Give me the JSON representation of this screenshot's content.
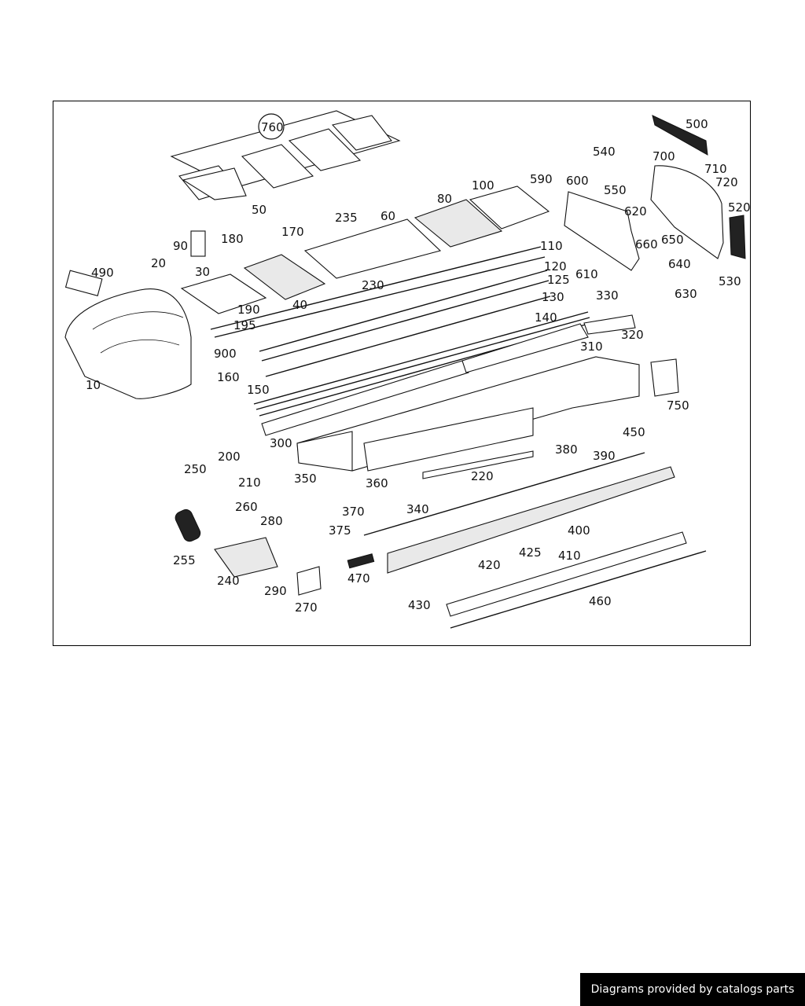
{
  "diagram": {
    "callout_circled": "760",
    "part_numbers": [
      "500",
      "540",
      "700",
      "710",
      "720",
      "550",
      "590",
      "600",
      "520",
      "620",
      "650",
      "660",
      "640",
      "530",
      "630",
      "610",
      "330",
      "100",
      "80",
      "60",
      "235",
      "170",
      "50",
      "90",
      "180",
      "20",
      "490",
      "30",
      "40",
      "230",
      "190",
      "195",
      "110",
      "120",
      "125",
      "130",
      "140",
      "320",
      "310",
      "900",
      "160",
      "150",
      "10",
      "750",
      "450",
      "300",
      "250",
      "200",
      "210",
      "350",
      "360",
      "220",
      "380",
      "390",
      "260",
      "280",
      "370",
      "340",
      "375",
      "400",
      "255",
      "240",
      "290",
      "270",
      "470",
      "425",
      "410",
      "420",
      "430",
      "460"
    ]
  },
  "footer": {
    "text": "Diagrams provided by catalogs parts"
  }
}
